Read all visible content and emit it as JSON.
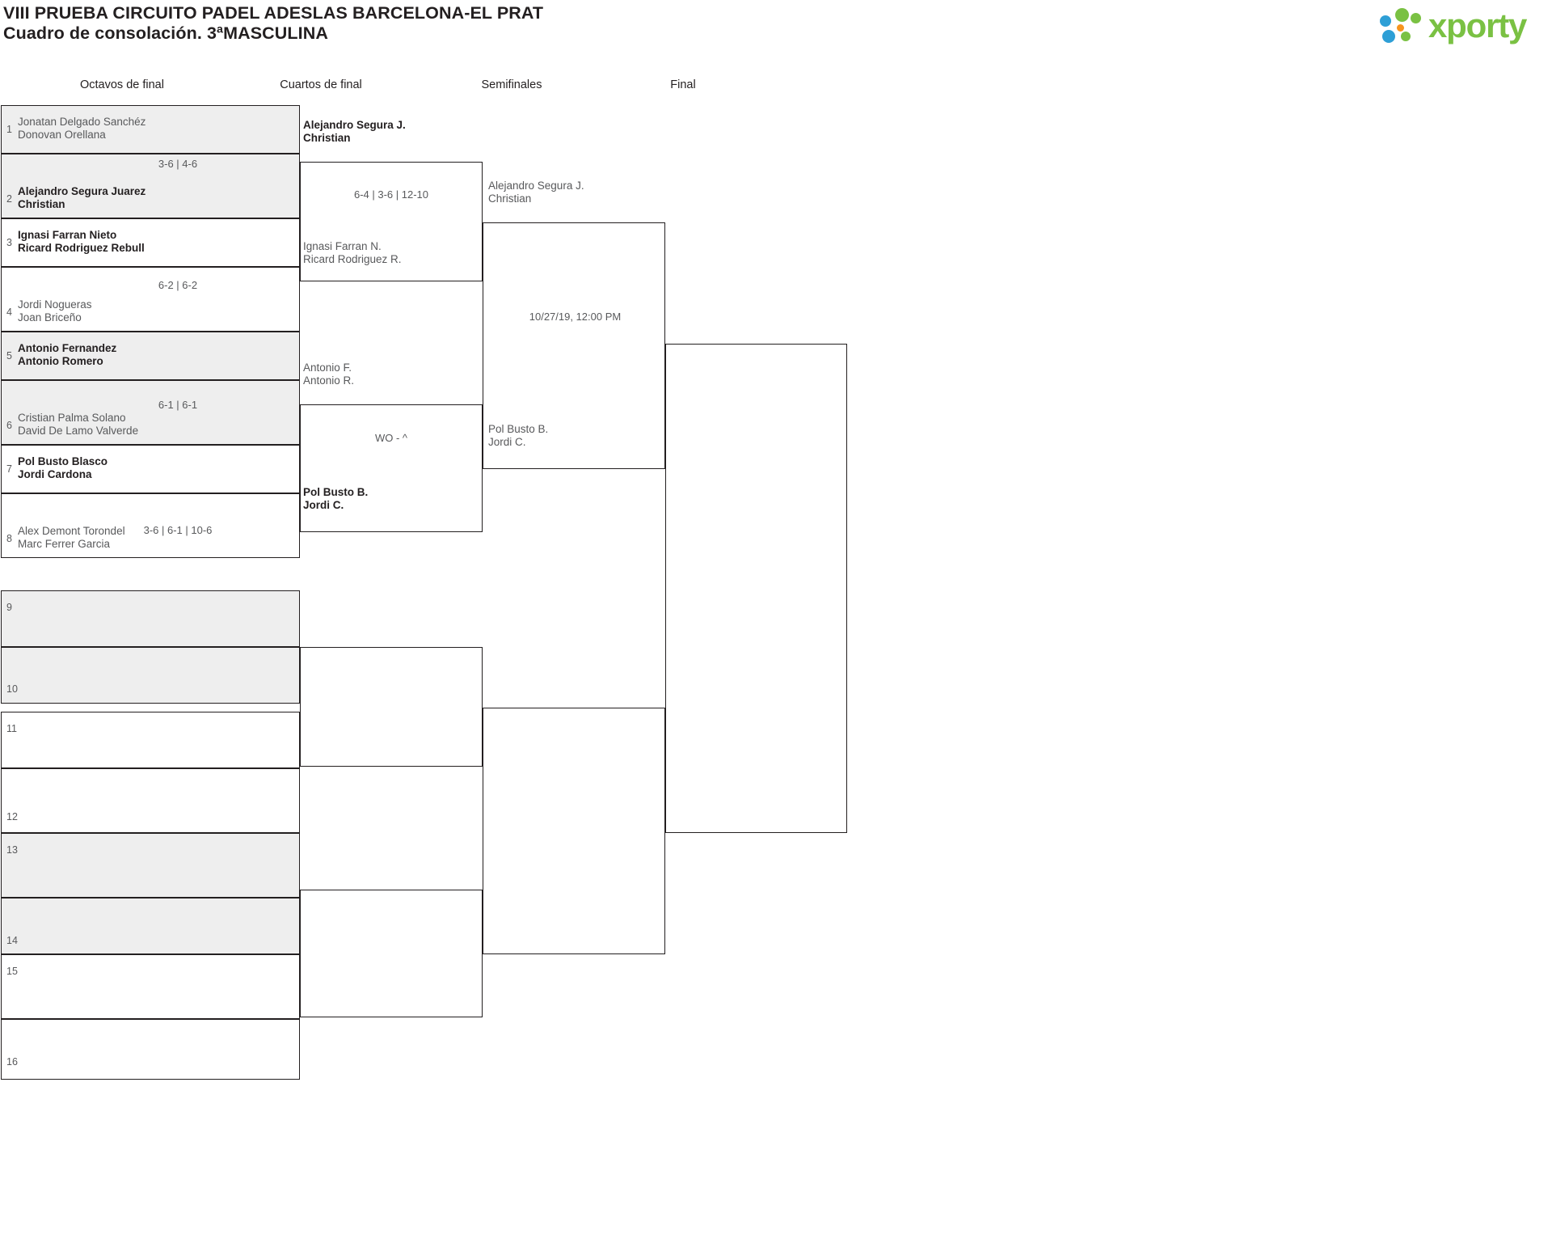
{
  "header": {
    "title_line1": "VIII PRUEBA CIRCUITO PADEL ADESLAS BARCELONA-EL PRAT",
    "title_line2": "Cuadro de consolación. 3ªMASCULINA",
    "logo_text": "xporty",
    "logo_colors": {
      "blue": "#2e9fd6",
      "green": "#7ac143",
      "orange": "#f7941e",
      "word": "#7ac143"
    }
  },
  "rounds": [
    {
      "label": "Octavos de final"
    },
    {
      "label": "Cuartos de final"
    },
    {
      "label": "Semifinales"
    },
    {
      "label": "Final"
    }
  ],
  "round1": {
    "slots": [
      {
        "seed": "1",
        "p1": "Jonatan Delgado Sanchéz",
        "p2": "Donovan Orellana",
        "winner": false,
        "shaded": true
      },
      {
        "seed": "2",
        "p1": "Alejandro Segura Juarez",
        "p2": "Christian",
        "winner": true,
        "shaded": true
      },
      {
        "seed": "3",
        "p1": "Ignasi Farran Nieto",
        "p2": "Ricard Rodriguez Rebull",
        "winner": true,
        "shaded": false
      },
      {
        "seed": "4",
        "p1": "Jordi Nogueras",
        "p2": "Joan Briceño",
        "winner": false,
        "shaded": false
      },
      {
        "seed": "5",
        "p1": "Antonio Fernandez",
        "p2": "Antonio Romero",
        "winner": true,
        "shaded": true
      },
      {
        "seed": "6",
        "p1": "Cristian Palma Solano",
        "p2": "David De Lamo Valverde",
        "winner": false,
        "shaded": true
      },
      {
        "seed": "7",
        "p1": "Pol Busto Blasco",
        "p2": "Jordi Cardona",
        "winner": true,
        "shaded": false
      },
      {
        "seed": "8",
        "p1": "Alex Demont Torondel",
        "p2": "Marc Ferrer Garcia",
        "winner": false,
        "shaded": false
      },
      {
        "seed": "9",
        "p1": "",
        "p2": "",
        "winner": false,
        "shaded": true
      },
      {
        "seed": "10",
        "p1": "",
        "p2": "",
        "winner": false,
        "shaded": true
      },
      {
        "seed": "11",
        "p1": "",
        "p2": "",
        "winner": false,
        "shaded": false
      },
      {
        "seed": "12",
        "p1": "",
        "p2": "",
        "winner": false,
        "shaded": false
      },
      {
        "seed": "13",
        "p1": "",
        "p2": "",
        "winner": false,
        "shaded": true
      },
      {
        "seed": "14",
        "p1": "",
        "p2": "",
        "winner": false,
        "shaded": true
      },
      {
        "seed": "15",
        "p1": "",
        "p2": "",
        "winner": false,
        "shaded": false
      },
      {
        "seed": "16",
        "p1": "",
        "p2": "",
        "winner": false,
        "shaded": false
      }
    ],
    "scores": [
      "3-6 | 4-6",
      "6-2 | 6-2",
      "6-1 | 6-1",
      "3-6 | 6-1 | 10-6",
      "",
      "",
      "",
      ""
    ]
  },
  "round2": {
    "entries": [
      {
        "p1": "Alejandro Segura J.",
        "p2": "Christian",
        "winner": true
      },
      {
        "p1": "Ignasi Farran N.",
        "p2": "Ricard Rodriguez R.",
        "winner": false
      },
      {
        "p1": "Antonio F.",
        "p2": "Antonio R.",
        "winner": false
      },
      {
        "p1": "Pol Busto B.",
        "p2": "Jordi C.",
        "winner": true
      },
      {
        "p1": "",
        "p2": "",
        "winner": false
      },
      {
        "p1": "",
        "p2": "",
        "winner": false
      },
      {
        "p1": "",
        "p2": "",
        "winner": false
      },
      {
        "p1": "",
        "p2": "",
        "winner": false
      }
    ],
    "scores": [
      "6-4 | 3-6 | 12-10",
      "WO - ^",
      "",
      ""
    ]
  },
  "round3": {
    "entries": [
      {
        "p1": "Alejandro Segura J.",
        "p2": "Christian",
        "winner": false
      },
      {
        "p1": "Pol Busto B.",
        "p2": "Jordi C.",
        "winner": false
      },
      {
        "p1": "",
        "p2": "",
        "winner": false
      },
      {
        "p1": "",
        "p2": "",
        "winner": false
      }
    ],
    "scores": [
      "10/27/19, 12:00 PM",
      ""
    ]
  },
  "round4": {
    "entries": [
      {
        "p1": "",
        "p2": "",
        "winner": false
      },
      {
        "p1": "",
        "p2": "",
        "winner": false
      }
    ],
    "scores": [
      ""
    ]
  }
}
